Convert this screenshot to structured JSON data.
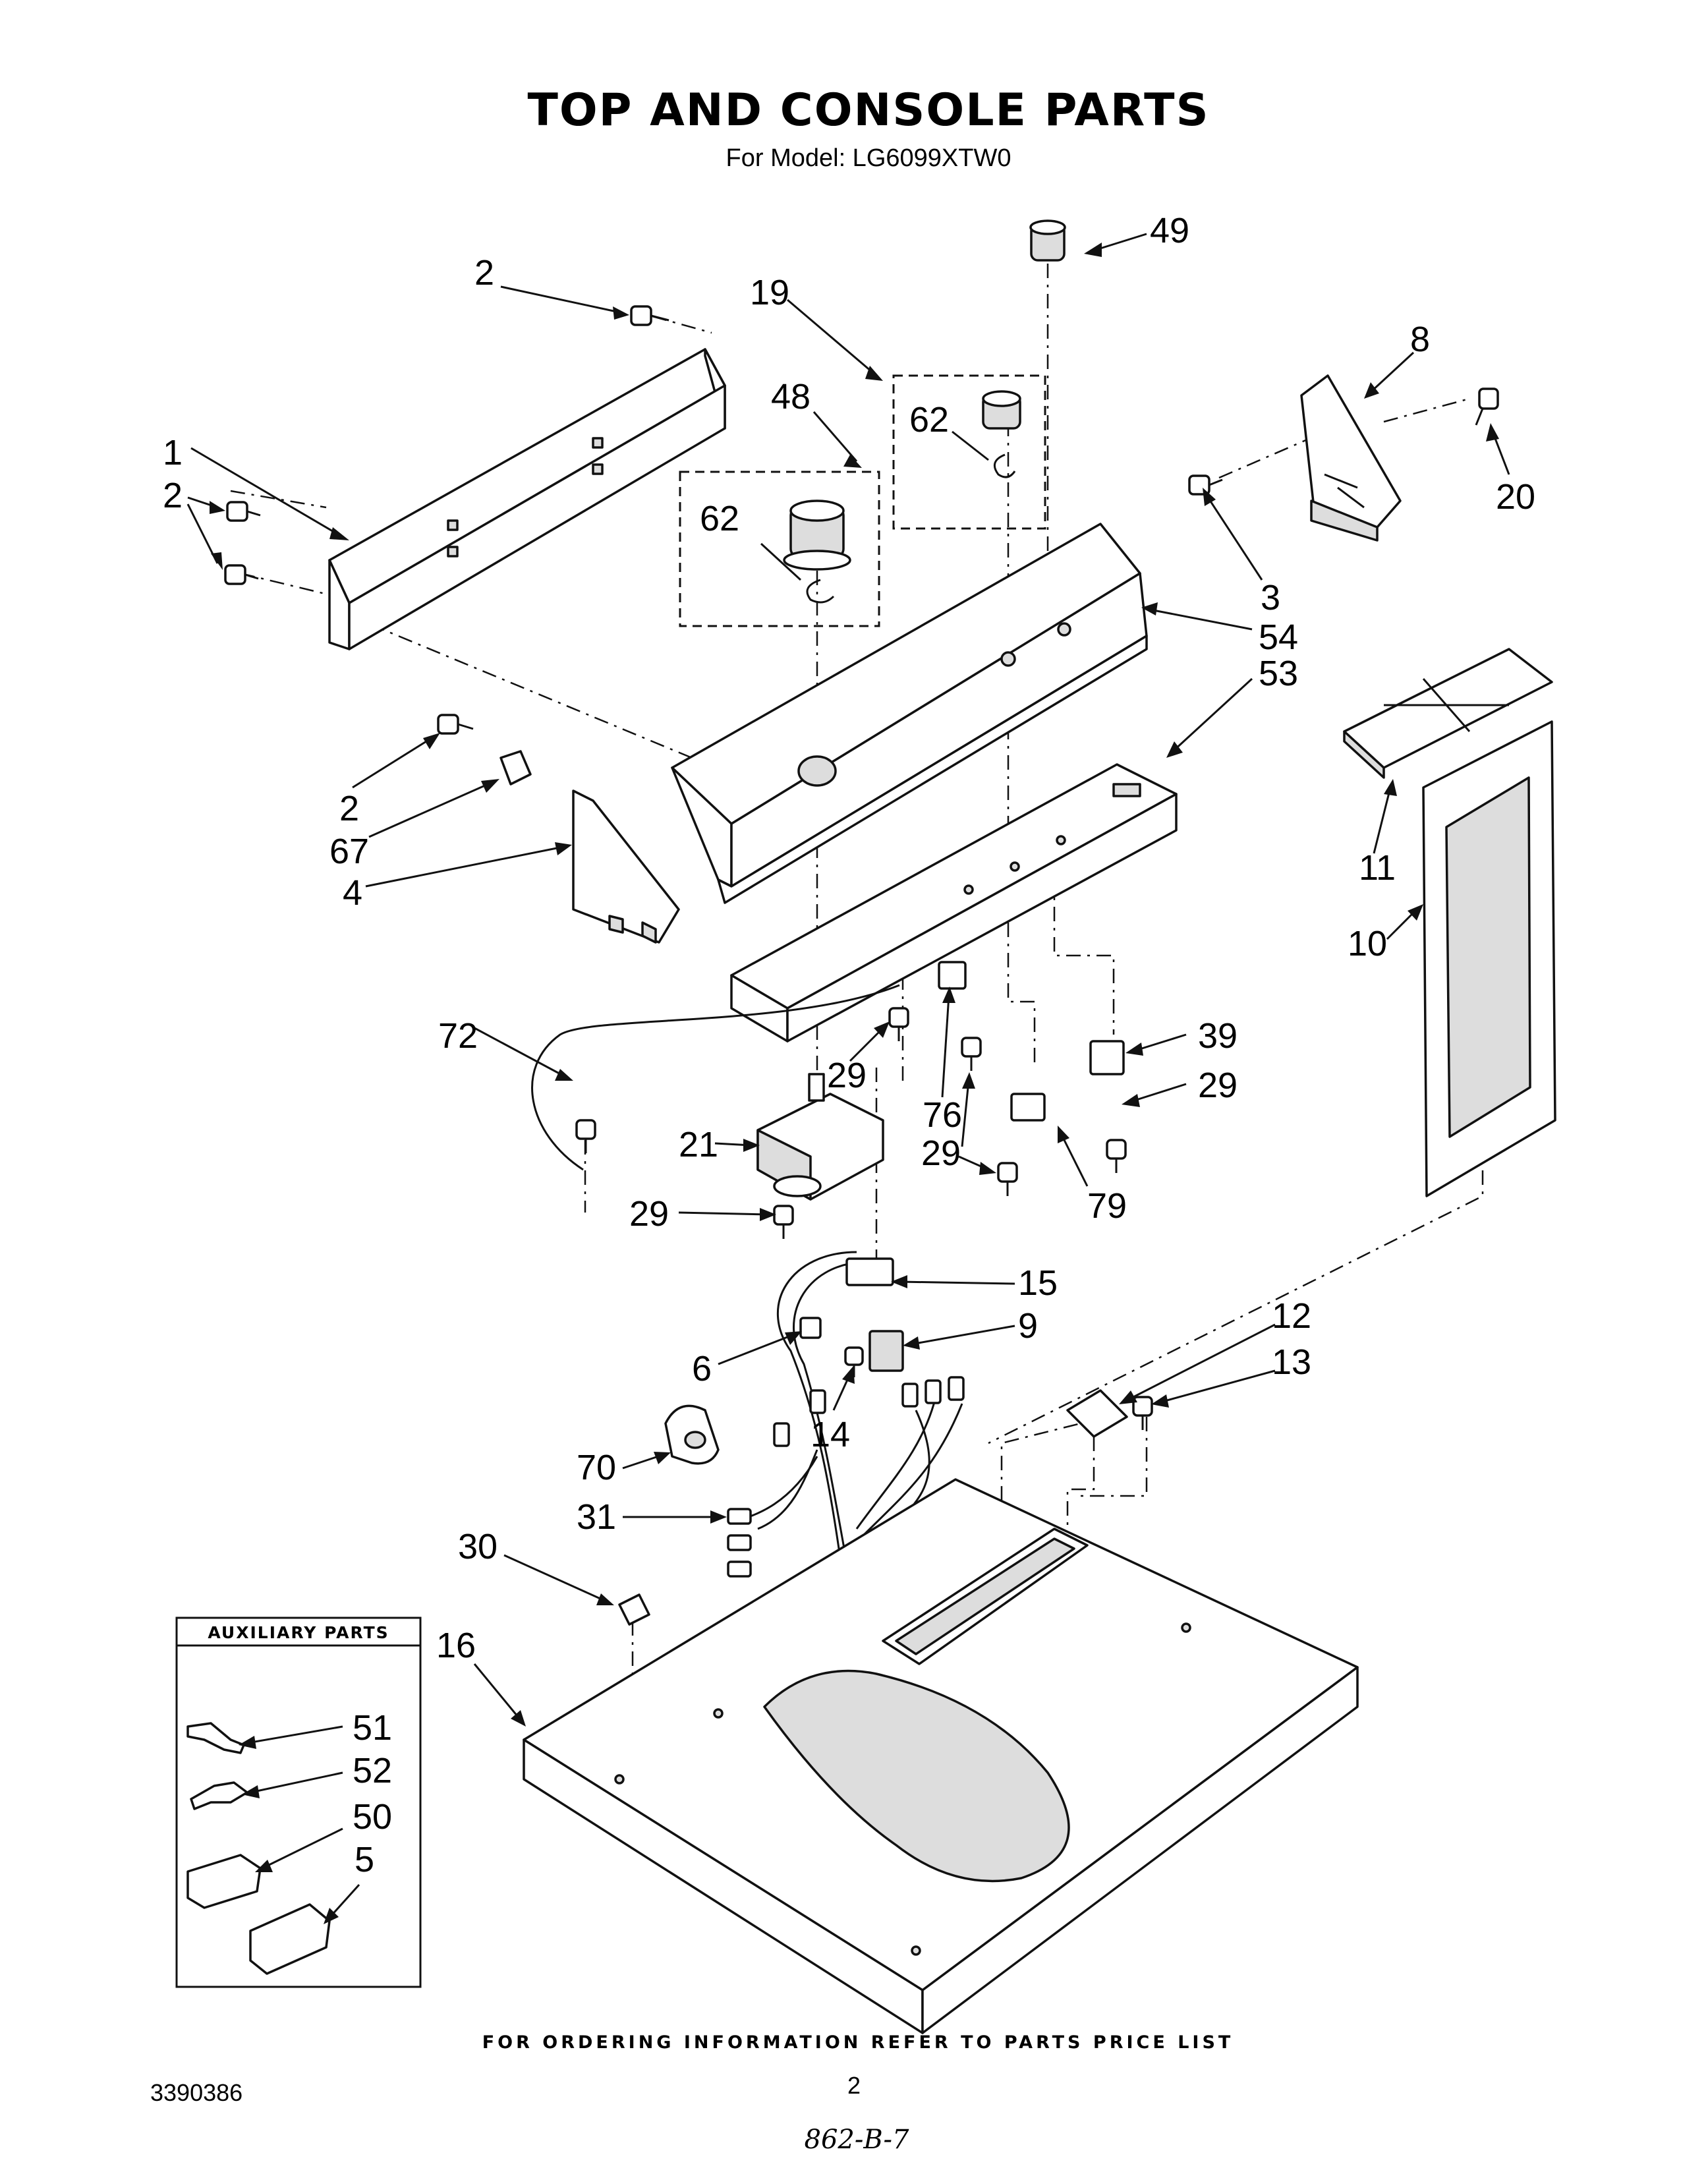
{
  "header": {
    "title": "TOP AND CONSOLE PARTS",
    "subtitle": "For Model: LG6099XTW0"
  },
  "callouts": {
    "c2a": "2",
    "c19": "19",
    "c49": "49",
    "c8": "8",
    "c48": "48",
    "c62a": "62",
    "c1": "1",
    "c2b": "2",
    "c62b": "62",
    "c20": "20",
    "c3": "3",
    "c54": "54",
    "c53": "53",
    "c2c": "2",
    "c67": "67",
    "c4": "4",
    "c11": "11",
    "c10": "10",
    "c72": "72",
    "c29a": "29",
    "c39": "39",
    "c29b": "29",
    "c76": "76",
    "c21": "21",
    "c29c": "29",
    "c79": "79",
    "c29d": "29",
    "c15": "15",
    "c12": "12",
    "c9": "9",
    "c13": "13",
    "c6": "6",
    "c14": "14",
    "c70": "70",
    "c31": "31",
    "c30": "30",
    "c16": "16"
  },
  "auxiliary": {
    "heading": "AUXILIARY PARTS",
    "items": [
      "51",
      "52",
      "50",
      "5"
    ]
  },
  "footer": {
    "note": "FOR ORDERING INFORMATION REFER TO PARTS PRICE LIST",
    "doc_number": "3390386",
    "page_number": "2",
    "handwritten": "862-B-7"
  }
}
